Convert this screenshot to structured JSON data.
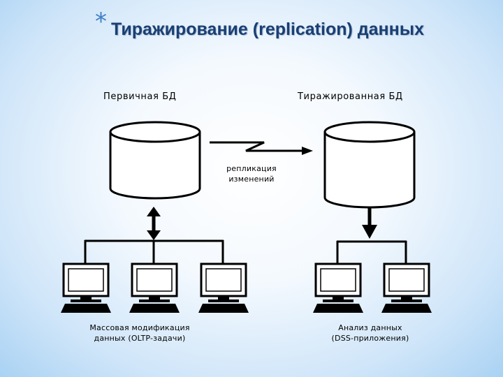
{
  "slide": {
    "bullet": "*",
    "title": "Тиражирование (replication) данных"
  },
  "primary_db": {
    "title": "Первичная БД",
    "caption_line1": "Массовая модификация",
    "caption_line2": "данных (OLTP-задачи)"
  },
  "replica_db": {
    "title": "Тиражированная БД",
    "caption_line1": "Анализ данных",
    "caption_line2": "(DSS-приложения)"
  },
  "replication": {
    "label_line1": "репликация",
    "label_line2": "изменений"
  },
  "colors": {
    "title": "#1a3f73",
    "bullet": "#3d7fc5",
    "line": "#000000"
  },
  "icons": {
    "database": "cylinder",
    "workstation": "computer-terminal",
    "replication_arrow": "lightning-arrow"
  }
}
